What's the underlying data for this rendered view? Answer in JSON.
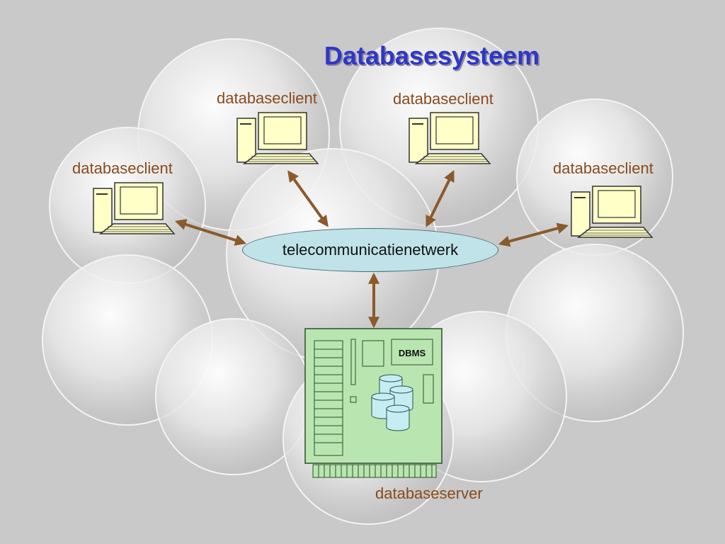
{
  "title": "Databasesysteem",
  "clients": [
    {
      "label": "databaseclient",
      "icon": "desktop-computer-icon"
    },
    {
      "label": "databaseclient",
      "icon": "desktop-computer-icon"
    },
    {
      "label": "databaseclient",
      "icon": "desktop-computer-icon"
    },
    {
      "label": "databaseclient",
      "icon": "desktop-computer-icon"
    }
  ],
  "network": {
    "label": "telecommunicatienetwerk"
  },
  "server": {
    "label": "databaseserver",
    "dbms_label": "DBMS",
    "icon": "server-board-icon"
  },
  "colors": {
    "title": "#2f36c8",
    "labels": "#8b4a1d",
    "arrows": "#8b5a2b",
    "network_fill": "#bfe3e8",
    "server_fill": "#b9e6b0",
    "computer_fill": "#ffffc8",
    "background": "#c8c8c8"
  }
}
